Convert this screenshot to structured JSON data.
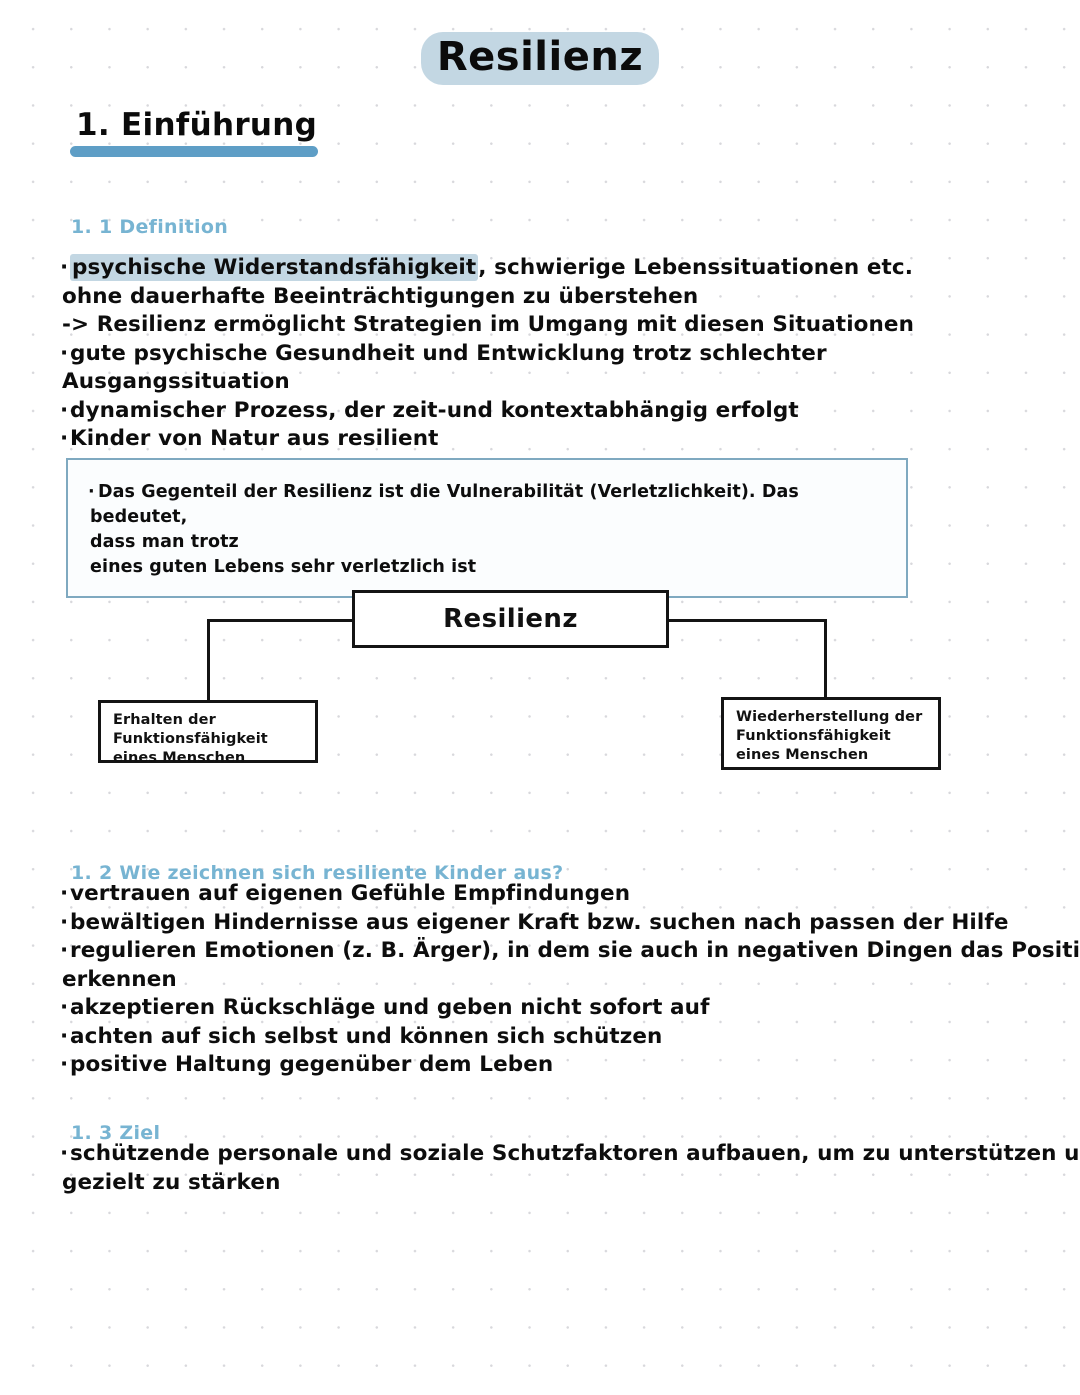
{
  "document": {
    "title": "Resilienz",
    "chapter": "1. Einführung"
  },
  "colors": {
    "highlight": "#c3d7e3",
    "underline": "#5e9ec6",
    "section_heading": "#77b4d2",
    "callout_border": "#7fa9c0",
    "callout_background": "#fbfdfe",
    "diagram_stroke": "#141414",
    "body_text": "#0d0d0d",
    "page_background": "#ffffff",
    "grid_dot": "#d8d8dc"
  },
  "sections": {
    "definition": {
      "heading": "1. 1 Definition",
      "bullets": {
        "b1_highlight": "psychische Widerstandsfähigkeit",
        "b1_rest": ", schwierige Lebenssituationen etc.",
        "b1_line2": "ohne dauerhafte Beeinträchtigungen zu überstehen",
        "b2": "-> Resilienz ermöglicht Strategien im Umgang mit diesen Situationen",
        "b3_line1": "gute psychische Gesundheit und Entwicklung trotz schlechter",
        "b3_line2": "Ausgangssituation",
        "b4": "dynamischer Prozess, der zeit-und kontextabhängig erfolgt",
        "b5": "Kinder von Natur aus resilient"
      },
      "callout": {
        "line1": "Das Gegenteil der Resilienz ist die Vulnerabilität (Verletzlichkeit). Das bedeutet,",
        "line2": "dass man trotz",
        "line3": "eines guten Lebens sehr verletzlich ist"
      }
    },
    "kinder": {
      "heading": "1. 2 Wie zeichnen sich resiliente Kinder aus?",
      "bullets": {
        "b1": "vertrauen auf eigenen Gefühle Empfindungen",
        "b2": "bewältigen Hindernisse aus eigener Kraft bzw. suchen nach passen der Hilfe",
        "b3_line1": "regulieren Emotionen (z. B. Ärger), in dem sie auch in negativen Dingen das Positive",
        "b3_line2": "erkennen",
        "b4": "akzeptieren Rückschläge und geben nicht sofort auf",
        "b5": "achten auf sich selbst und können sich schützen",
        "b6": "positive Haltung gegenüber dem Leben"
      }
    },
    "ziel": {
      "heading": "1. 3 Ziel",
      "bullets": {
        "b1_line1": "schützende personale und soziale Schutzfaktoren aufbauen, um zu unterstützen und",
        "b1_line2": "gezielt zu stärken"
      }
    }
  },
  "diagram": {
    "root_label": "Resilienz",
    "left_label": "Erhalten der Funktionsfähigkeit eines Menschen",
    "right_label": "Wiederherstellung der Funktionsfähigkeit eines Menschen"
  }
}
